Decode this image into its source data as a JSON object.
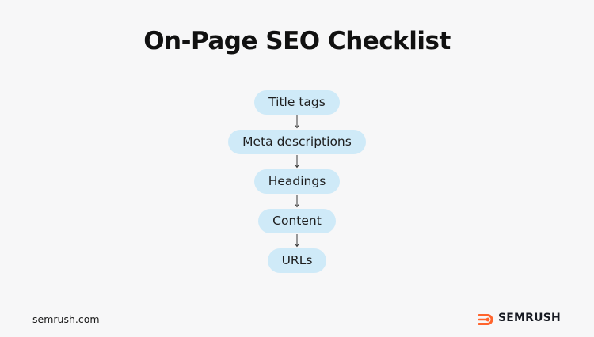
{
  "title": "On-Page SEO Checklist",
  "steps": [
    "Title tags",
    "Meta descriptions",
    "Headings",
    "Content",
    "URLs"
  ],
  "footer": {
    "website": "semrush.com",
    "brand": "SEMRUSH"
  },
  "colors": {
    "pill_fill": "#cfeaf8",
    "arrow": "#3a3a3a",
    "brand_orange": "#ff642d",
    "background": "#f7f7f8"
  }
}
